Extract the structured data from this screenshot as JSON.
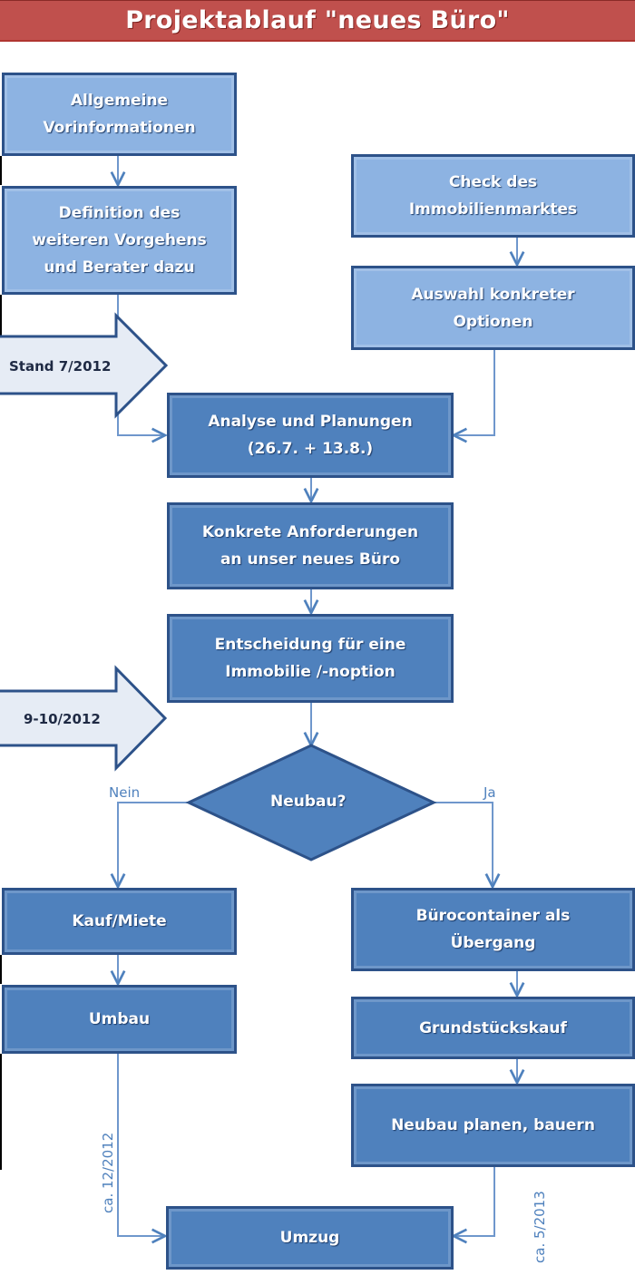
{
  "title": "Projektablauf \"neues Büro\"",
  "colors": {
    "title_bg": "#c0504d",
    "box_light": "#8db3e2",
    "box_dark": "#4f81bd",
    "box_border": "#2d5289",
    "connector": "#4f81bd",
    "milestone_fill": "#e6ecf5"
  },
  "steps": {
    "vorinfo": "Allgemeine\nVorinformationen",
    "definition": "Definition des\nweiteren Vorgehens\nund Berater dazu",
    "check": "Check des\nImmobilienmarktes",
    "auswahl": "Auswahl konkreter\nOptionen",
    "analyse": "Analyse und Planungen\n(26.7. + 13.8.)",
    "anforderungen": "Konkrete Anforderungen\nan unser neues Büro",
    "entscheidung": "Entscheidung für eine\nImmobilie  /-noption",
    "kauf": "Kauf/Miete",
    "umbau": "Umbau",
    "container": "Bürocontainer als\nÜbergang",
    "grundstueck": "Grundstückskauf",
    "neubau_planen": "Neubau planen, bauern",
    "umzug": "Umzug"
  },
  "decision": {
    "label": "Neubau?",
    "no_label": "Nein",
    "yes_label": "Ja"
  },
  "milestones": {
    "stand": "Stand 7/2012",
    "decision_date": "9-10/2012"
  },
  "timings": {
    "left": "ca. 12/2012",
    "right": "ca. 5/2013"
  }
}
